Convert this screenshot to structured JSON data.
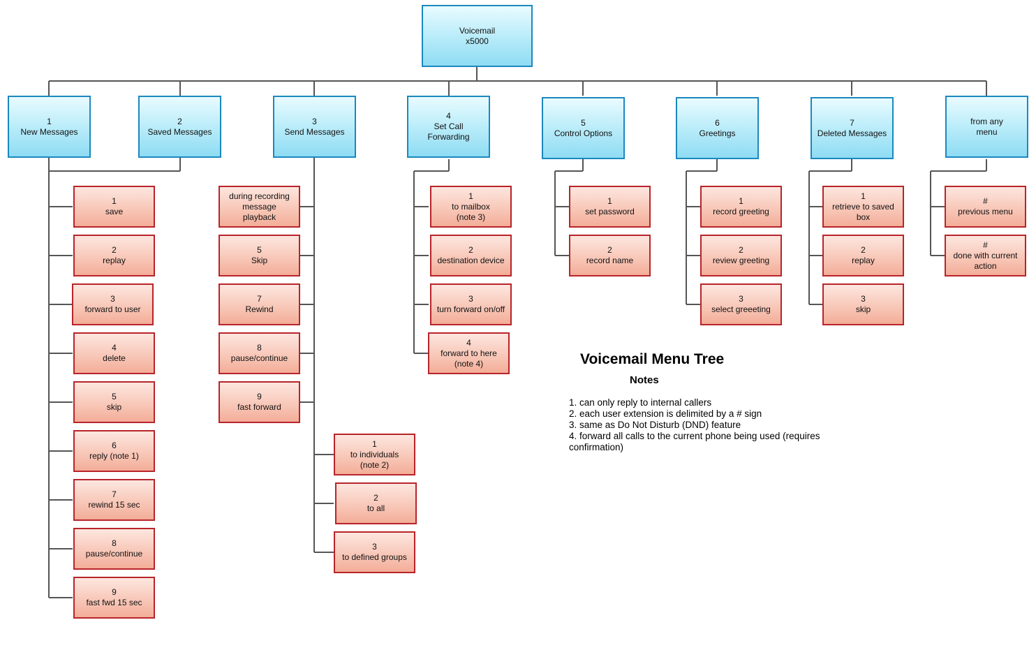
{
  "diagram": {
    "title": "Voicemail Menu Tree",
    "notes_heading": "Notes",
    "notes": [
      "1. can only reply to internal callers",
      "2. each user extension is delimited by a # sign",
      "3. same as Do Not Disturb (DND) feature",
      "4. forward all calls to the current phone being used (requires confirmation)"
    ],
    "colors": {
      "menu_border": "#1b88bf",
      "option_border": "#b8242a",
      "connector": "#555555"
    },
    "root": {
      "lines": [
        "Voicemail",
        "x5000"
      ]
    },
    "menus": [
      {
        "lines": [
          "1",
          "New Messages"
        ]
      },
      {
        "lines": [
          "2",
          "Saved Messages"
        ]
      },
      {
        "lines": [
          "3",
          "Send Messages"
        ]
      },
      {
        "lines": [
          "4",
          "Set Call",
          "Forwarding"
        ]
      },
      {
        "lines": [
          "5",
          "Control Options"
        ]
      },
      {
        "lines": [
          "6",
          "Greetings"
        ]
      },
      {
        "lines": [
          "7",
          "Deleted Messages"
        ]
      },
      {
        "lines": [
          "from any",
          "menu"
        ]
      }
    ],
    "options": [
      {
        "lines": [
          "1",
          "save"
        ]
      },
      {
        "lines": [
          "2",
          "replay"
        ]
      },
      {
        "lines": [
          "3",
          "forward to user"
        ]
      },
      {
        "lines": [
          "4",
          "delete"
        ]
      },
      {
        "lines": [
          "5",
          "skip"
        ]
      },
      {
        "lines": [
          "6",
          "reply (note 1)"
        ]
      },
      {
        "lines": [
          "7",
          "rewind 15 sec"
        ]
      },
      {
        "lines": [
          "8",
          "pause/continue"
        ]
      },
      {
        "lines": [
          "9",
          "fast fwd 15 sec"
        ]
      },
      {
        "lines": [
          "during recording",
          "message",
          "playback"
        ]
      },
      {
        "lines": [
          "5",
          "Skip"
        ]
      },
      {
        "lines": [
          "7",
          "Rewind"
        ]
      },
      {
        "lines": [
          "8",
          "pause/continue"
        ]
      },
      {
        "lines": [
          "9",
          "fast forward"
        ]
      },
      {
        "lines": [
          "1",
          "to individuals",
          "(note 2)"
        ]
      },
      {
        "lines": [
          "2",
          "to all"
        ]
      },
      {
        "lines": [
          "3",
          "to defined groups"
        ]
      },
      {
        "lines": [
          "1",
          "to mailbox",
          "(note 3)"
        ]
      },
      {
        "lines": [
          "2",
          "destination device"
        ]
      },
      {
        "lines": [
          "3",
          "turn forward on/off"
        ]
      },
      {
        "lines": [
          "4",
          "forward to here",
          "(note 4)"
        ]
      },
      {
        "lines": [
          "1",
          "set password"
        ]
      },
      {
        "lines": [
          "2",
          "record name"
        ]
      },
      {
        "lines": [
          "1",
          "record greeting"
        ]
      },
      {
        "lines": [
          "2",
          "review greeting"
        ]
      },
      {
        "lines": [
          "3",
          "select greeeting"
        ]
      },
      {
        "lines": [
          "1",
          "retrieve to saved",
          "box"
        ]
      },
      {
        "lines": [
          "2",
          "replay"
        ]
      },
      {
        "lines": [
          "3",
          "skip"
        ]
      },
      {
        "lines": [
          "#",
          "previous menu"
        ]
      },
      {
        "lines": [
          "#",
          "done with current",
          "action"
        ]
      }
    ]
  }
}
